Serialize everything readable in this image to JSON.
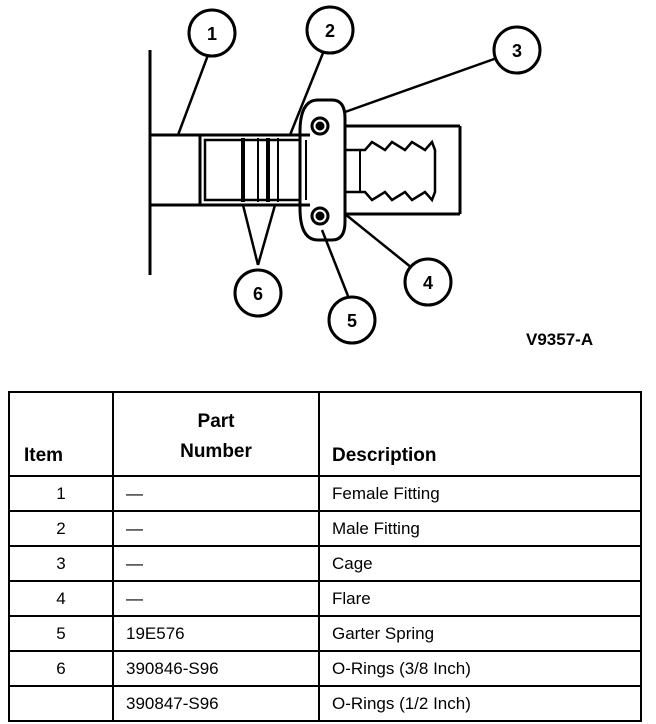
{
  "diagram": {
    "callouts": [
      "1",
      "2",
      "3",
      "4",
      "5",
      "6"
    ],
    "figure_id": "V9357-A"
  },
  "table": {
    "headers": {
      "item": "Item",
      "part_line1": "Part",
      "part_line2": "Number",
      "description": "Description"
    },
    "rows": [
      {
        "item": "1",
        "part": "—",
        "description": "Female Fitting"
      },
      {
        "item": "2",
        "part": "—",
        "description": "Male Fitting"
      },
      {
        "item": "3",
        "part": "—",
        "description": "Cage"
      },
      {
        "item": "4",
        "part": "—",
        "description": "Flare"
      },
      {
        "item": "5",
        "part": "19E576",
        "description": "Garter Spring"
      },
      {
        "item": "6",
        "part": "390846-S96",
        "description": "O-Rings (3/8 Inch)"
      },
      {
        "item": "",
        "part": "390847-S96",
        "description": "O-Rings (1/2 Inch)"
      }
    ]
  }
}
